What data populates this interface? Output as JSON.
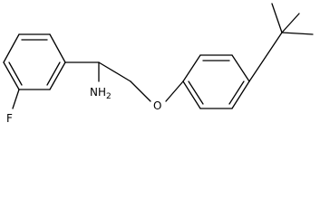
{
  "molecule": {
    "atoms": {
      "fluorine": "F",
      "amine": {
        "main": "NH",
        "subscript": "2"
      },
      "oxygen": "O"
    }
  }
}
